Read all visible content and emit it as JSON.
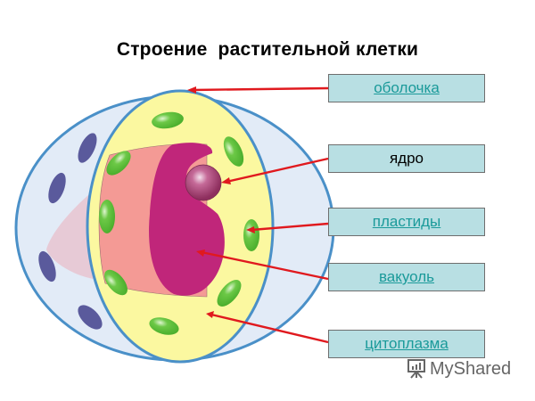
{
  "title": "Строение  растительной клетки",
  "labels": [
    {
      "id": "cell-wall",
      "text": "оболочка",
      "is_link": true
    },
    {
      "id": "nucleus",
      "text": "ядро",
      "is_link": false
    },
    {
      "id": "plastids",
      "text": "пластиды",
      "is_link": true
    },
    {
      "id": "vacuole",
      "text": "вакуоль",
      "is_link": true
    },
    {
      "id": "cytoplasm",
      "text": "цитоплазма",
      "is_link": true
    }
  ],
  "watermark": {
    "icon": "presentation-board-icon",
    "text": "MyShared"
  },
  "colors": {
    "cell_wall_stroke": "#4a90c8",
    "outer_half": "#e2ebf7",
    "cytoplasm": "#fbf8a0",
    "vacuole_outer": "#f49a95",
    "vacuole_inner": "#c0267a",
    "nucleus": "#a4406e",
    "plastid": "#5cbf3a",
    "outer_dots": "#5a5a9c",
    "arrow": "#e0191e",
    "label_bg": "#b8dfe3",
    "link_text": "#1a9a9a"
  }
}
